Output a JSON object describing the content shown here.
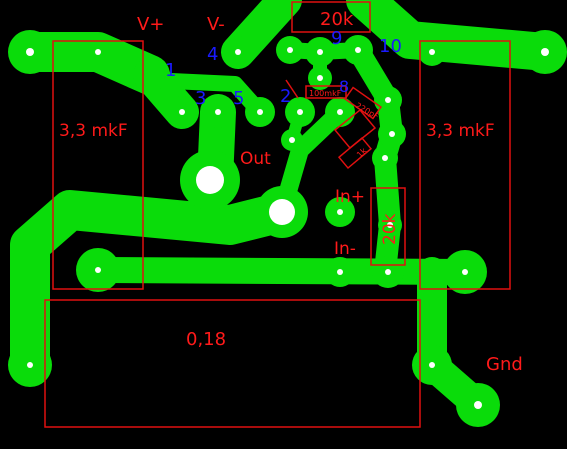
{
  "colors": {
    "background": "#000000",
    "copper": "#0adc0a",
    "silkscreen": "#e01010",
    "pin_numbers": "#1a1aff",
    "drill": "#ffffff"
  },
  "labels": {
    "v_plus": "V+",
    "v_minus": "V-",
    "r_top": "20k",
    "cap_left": "3,3 mkF",
    "cap_right": "3,3 mkF",
    "out": "Out",
    "in_plus": "In+",
    "in_minus": "In-",
    "r_right": "20k",
    "r_big": "0,18",
    "gnd": "Gnd",
    "cap_small_1": "100mkF",
    "cap_small_2": "220pF",
    "cap_small_3": "1k"
  },
  "pins": {
    "p1": "1",
    "p2": "2",
    "p3": "3",
    "p4": "4",
    "p5": "5",
    "p8": "8",
    "p9": "9",
    "p10": "10"
  }
}
